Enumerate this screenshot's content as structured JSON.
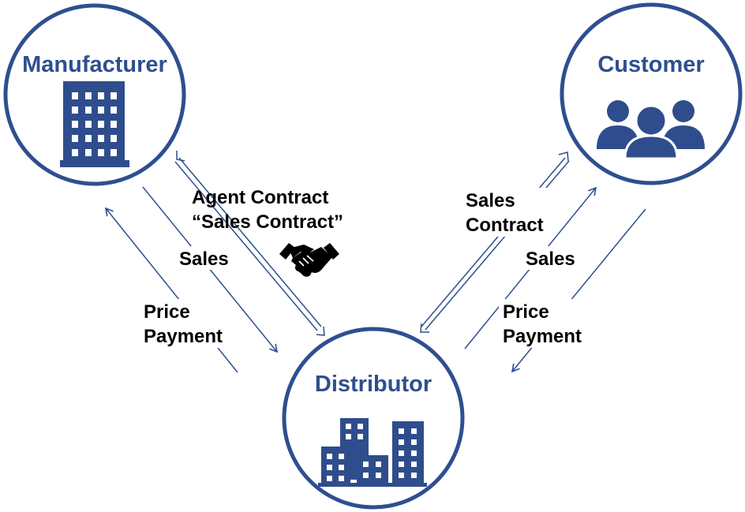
{
  "colors": {
    "primary": "#2e4f8f",
    "icon": "#2f4d8d",
    "text": "#000000",
    "background": "#ffffff"
  },
  "nodes": {
    "manufacturer": {
      "label": "Manufacturer",
      "icon": "office-building-icon"
    },
    "customer": {
      "label": "Customer",
      "icon": "people-group-icon"
    },
    "distributor": {
      "label": "Distributor",
      "icon": "city-buildings-icon"
    }
  },
  "flows": {
    "agent_contract": {
      "line1": "Agent Contract",
      "line2": "“Sales Contract”",
      "icon": "handshake-icon"
    },
    "left_sales": "Sales",
    "left_payment": {
      "line1": "Price",
      "line2": "Payment"
    },
    "right_contract": {
      "line1": "Sales",
      "line2": "Contract"
    },
    "right_sales": "Sales",
    "right_payment": {
      "line1": "Price",
      "line2": "Payment"
    }
  }
}
